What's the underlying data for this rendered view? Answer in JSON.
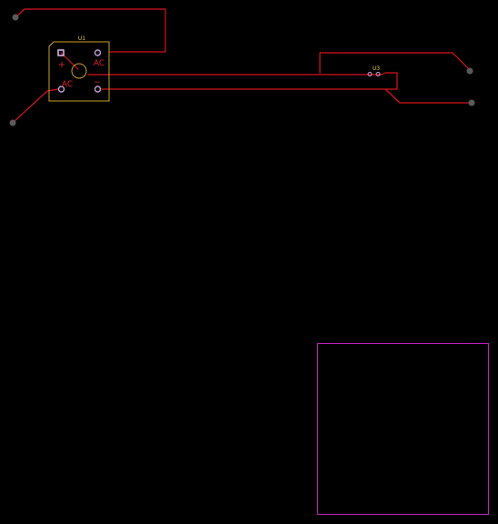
{
  "colors": {
    "background": "#000000",
    "copper_trace": "#d8141c",
    "silkscreen": "#c8a020",
    "pad_ring": "#c0a0d8",
    "pad_square": "#d0b0e0",
    "terminal": "#5a5a5a",
    "board_outline": "#c020c0",
    "label_text": "#e8c040",
    "silk_mark_text": "#e0202a"
  },
  "components": {
    "u1": {
      "ref": "U1",
      "pin_plus": "+",
      "pin_minus": "−",
      "pin_ac_top": "AC",
      "pin_ac_bottom": "AC"
    },
    "u3": {
      "ref": "U3"
    }
  }
}
